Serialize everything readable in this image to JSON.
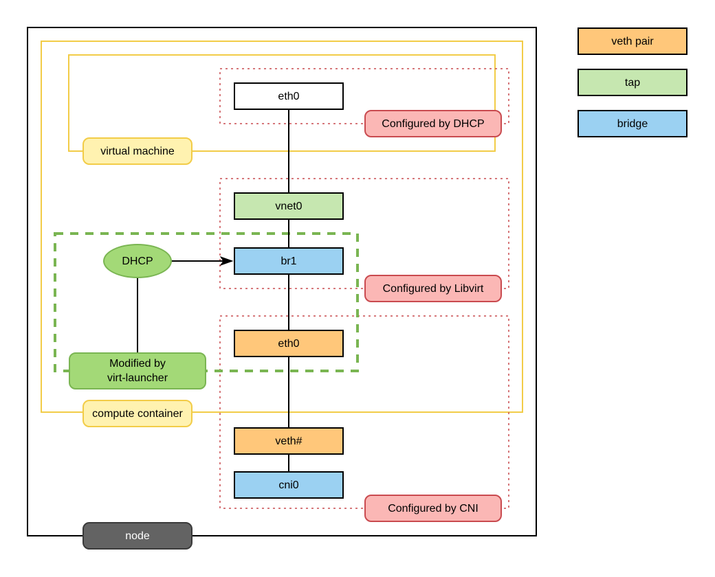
{
  "legend": {
    "veth_pair": "veth pair",
    "tap": "tap",
    "bridge": "bridge"
  },
  "nodes": {
    "vm_eth0": "eth0",
    "vnet0": "vnet0",
    "br1": "br1",
    "container_eth0": "eth0",
    "veth": "veth#",
    "cni0": "cni0",
    "dhcp": "DHCP"
  },
  "labels": {
    "configured_dhcp": "Configured by DHCP",
    "configured_libvirt": "Configured by Libvirt",
    "configured_cni": "Configured by CNI",
    "virtual_machine": "virtual machine",
    "compute_container": "compute container",
    "node": "node",
    "modified_by_line1": "Modified by",
    "modified_by_line2": "virt-launcher"
  },
  "colors": {
    "tap": "#c6e7b0",
    "bridge": "#9bd1f2",
    "veth_pair": "#ffc77a",
    "container_border": "#f2cc47",
    "configured_border": "#c94a4f",
    "virt_launcher_border": "#7ab552",
    "node_fill": "#636363"
  }
}
